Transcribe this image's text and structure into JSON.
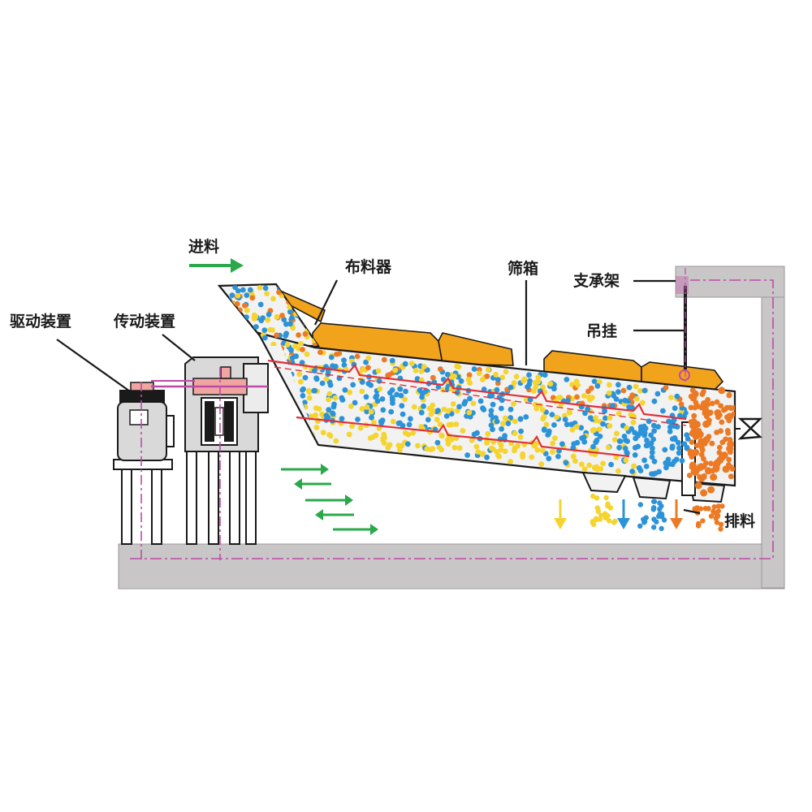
{
  "labels": {
    "feed": "进料",
    "distributor": "布料器",
    "screen_box": "筛箱",
    "support_frame": "支承架",
    "hanger": "吊挂",
    "drive_unit": "驱动装置",
    "transmission": "传动装置",
    "discharge": "排料"
  },
  "colors": {
    "frame": "#c8c6c6",
    "frame_edge": "#9a9898",
    "box_fill": "#f2f2f2",
    "outline": "#1a1a1a",
    "cover": "#f2a31c",
    "screen_mesh": "#e0303a",
    "particle_yellow": "#f5d430",
    "particle_blue": "#2c93d8",
    "particle_orange": "#ec7a24",
    "arrow_green": "#2aa84a",
    "centerline": "#c04aa8",
    "motor": "#d9d9d9",
    "coupling": "#f0a6a0"
  }
}
